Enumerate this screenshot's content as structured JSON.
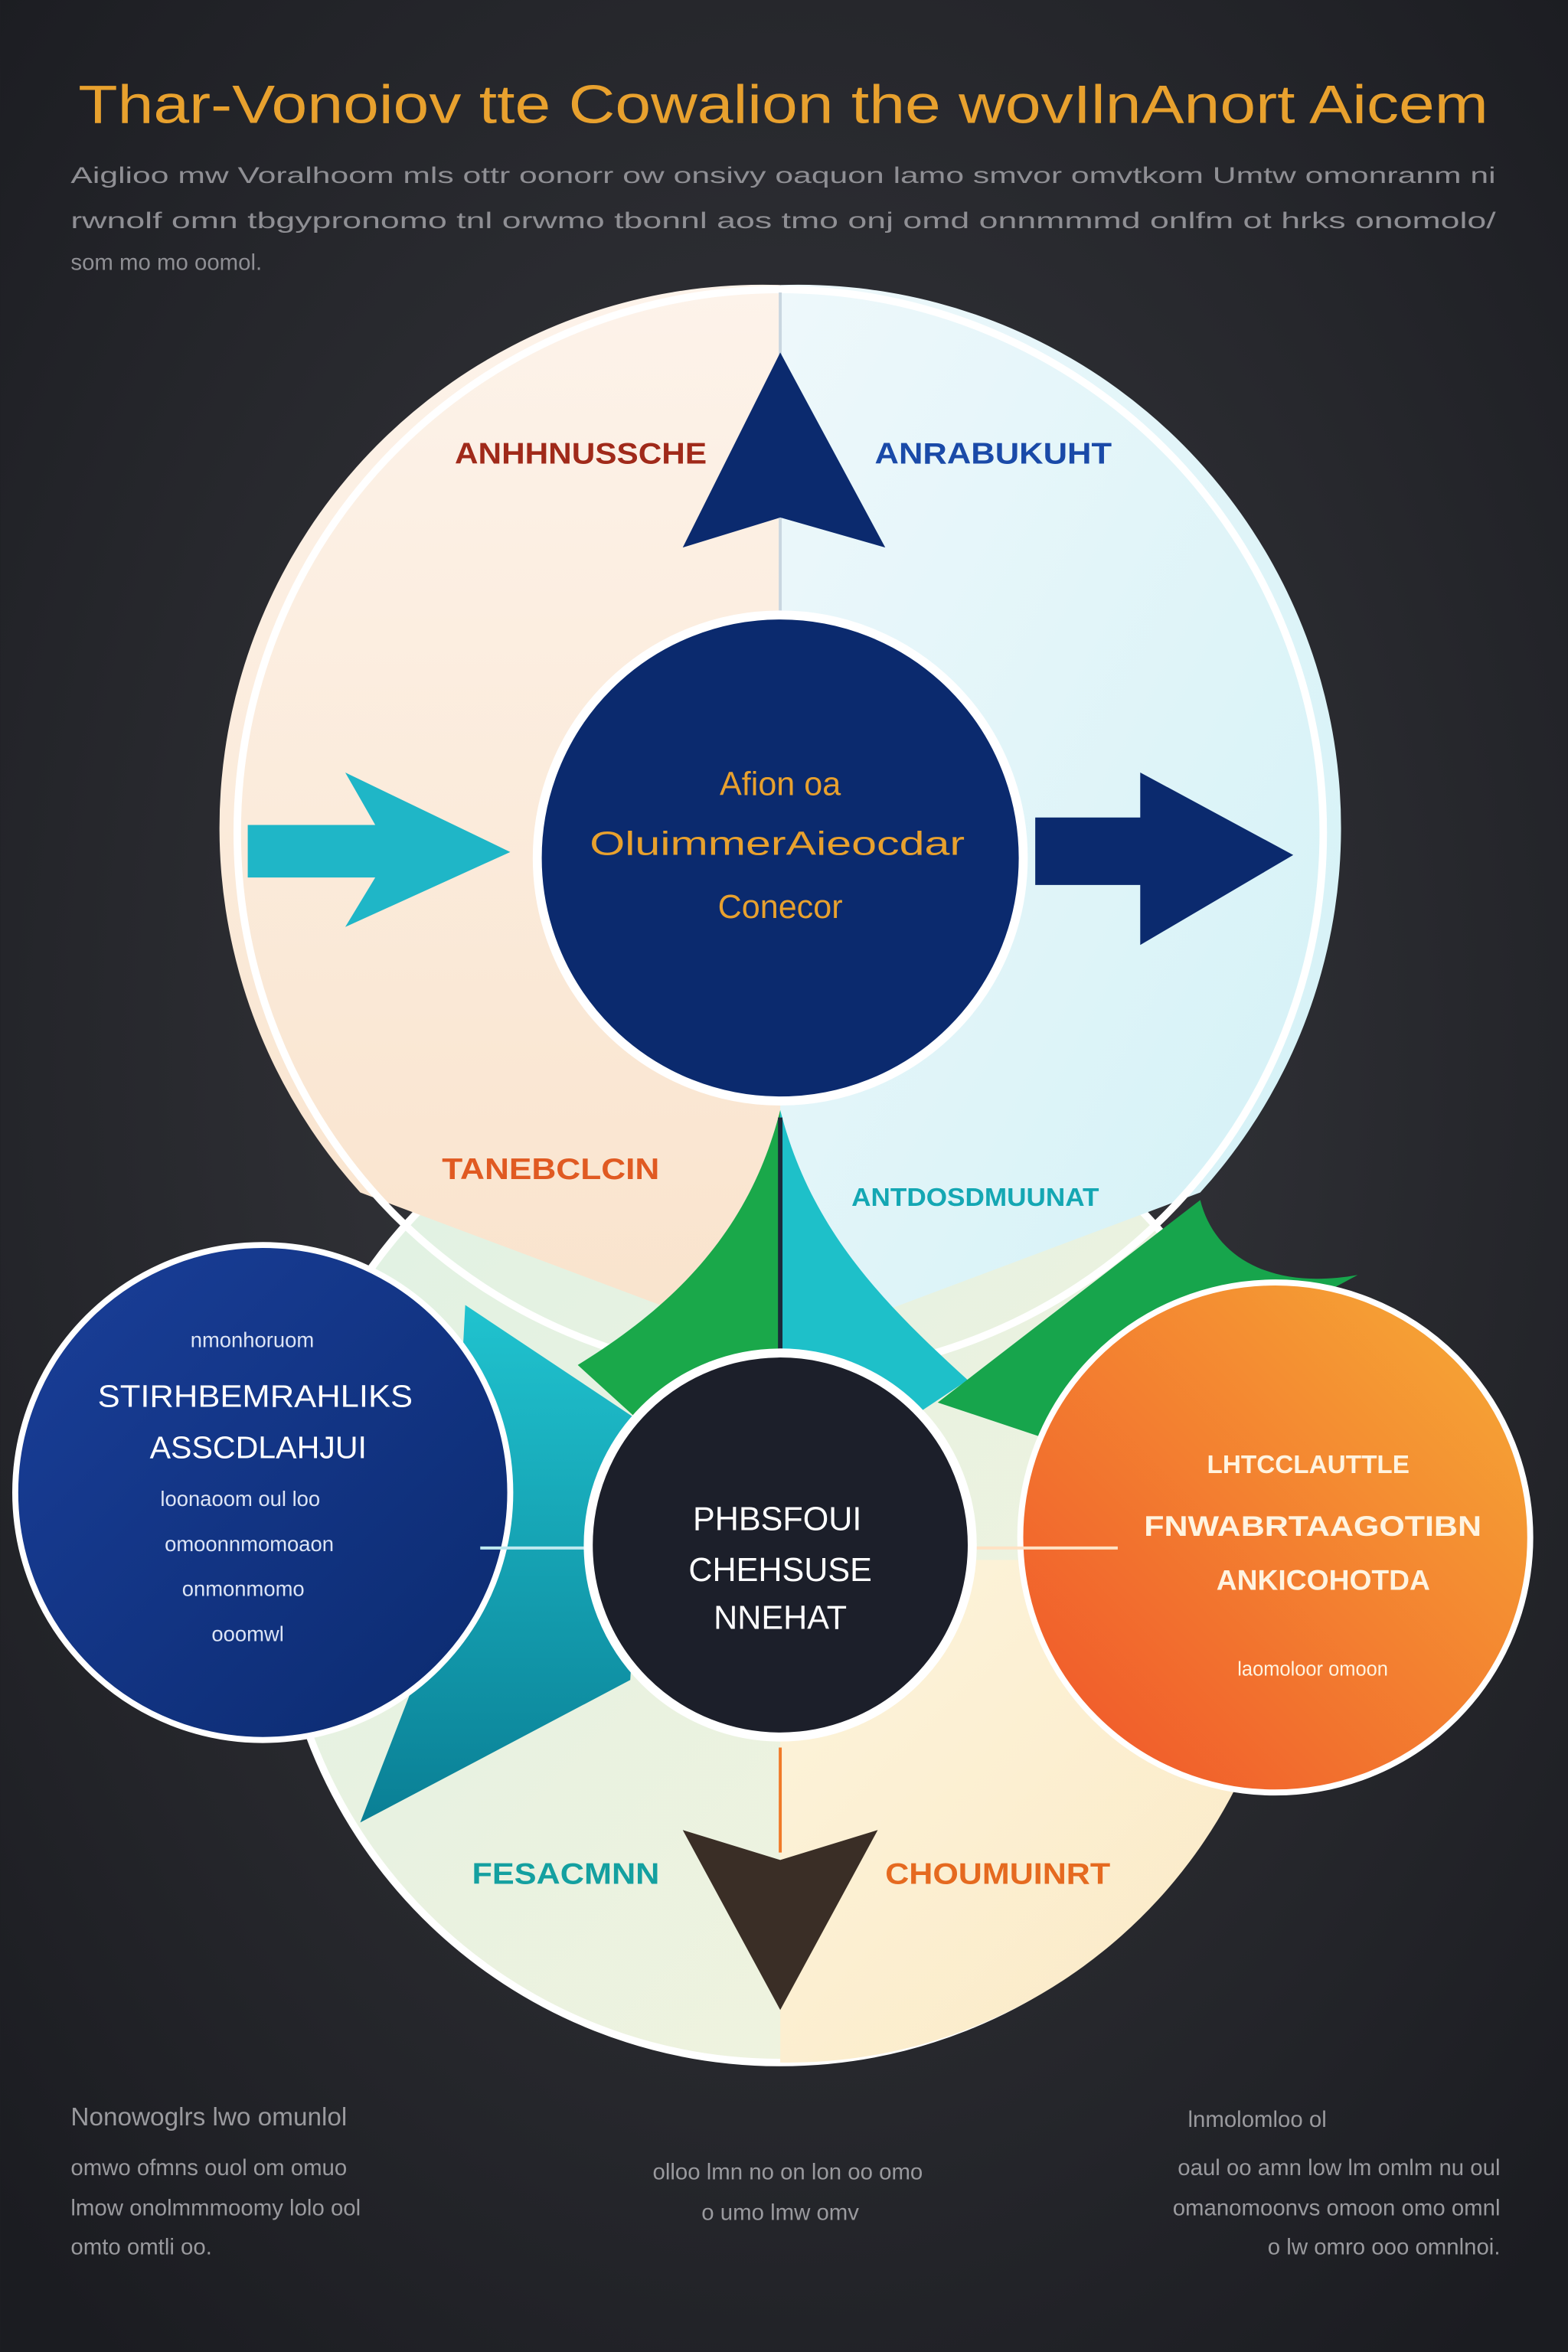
{
  "title": "Thar-Vonoiov tte Cowalion the wovIlnAnort Aicem",
  "intro": [
    "Aiglioo mw Voralhoom mls ottr oonorr ow onsivy oaquon lamo smvor omvtkom Umtw omonranm ni",
    "rwnolf omn tbgypronomo tnl orwmo tbonnl aos tmo onj omd onnmmmd onlfm ot hrks onomolo/",
    "som mo mo oomol."
  ],
  "center": {
    "lines": [
      "Afion oa",
      "OluimmerAieocdar",
      "Conecor"
    ]
  },
  "hub": {
    "lines": [
      "PHBSFOUI",
      "CHEHSUSE",
      "NNEHAT"
    ]
  },
  "quadrants": {
    "top_left": "ANHHNUSSCHE",
    "top_right": "ANRABUKUHT",
    "mid_left": "TANEBCLCIN",
    "mid_right": "ANTDOSDMUUNAT",
    "bottom_left": "FESACMNN",
    "bottom_right": "CHOUMUINRT"
  },
  "left_bubble": {
    "kicker": "nmonhoruom",
    "heading": [
      "STIRHBEMRAHLIKS",
      "ASSCDLAHJUI"
    ],
    "body": [
      "loonaoom oul loo",
      "omoonnmomoaon",
      "onmonmomo",
      "ooomwl"
    ]
  },
  "right_bubble": {
    "heading": [
      "LHTCCLAUTTLE",
      "FNWABRTAAGOTIBN",
      "ANKICOHOTDA"
    ],
    "body": [
      "laomoloor omoon"
    ]
  },
  "footer": {
    "left": [
      "Nonowoglrs lwo omunlol",
      "omwo ofmns ouol om omuo",
      "lmow onolmmmoomy lolo ool",
      "omto omtli oo."
    ],
    "center": [
      "olloo lmn no on lon oo omo",
      "o umo lmw omv"
    ],
    "right": [
      "lnmolomloo ol",
      "oaul oo amn low lm omlm nu oul",
      "omanomoonvs omoon omo omnl",
      "o lw omro ooo omnlnoi."
    ]
  },
  "colors": {
    "background": "#1e1f24",
    "title": "#e8a12e",
    "navy": "#0b2a6e",
    "teal": "#1fb6c7",
    "green": "#1aa84a",
    "orange": "#f07a28",
    "red_text": "#a02a1a"
  }
}
